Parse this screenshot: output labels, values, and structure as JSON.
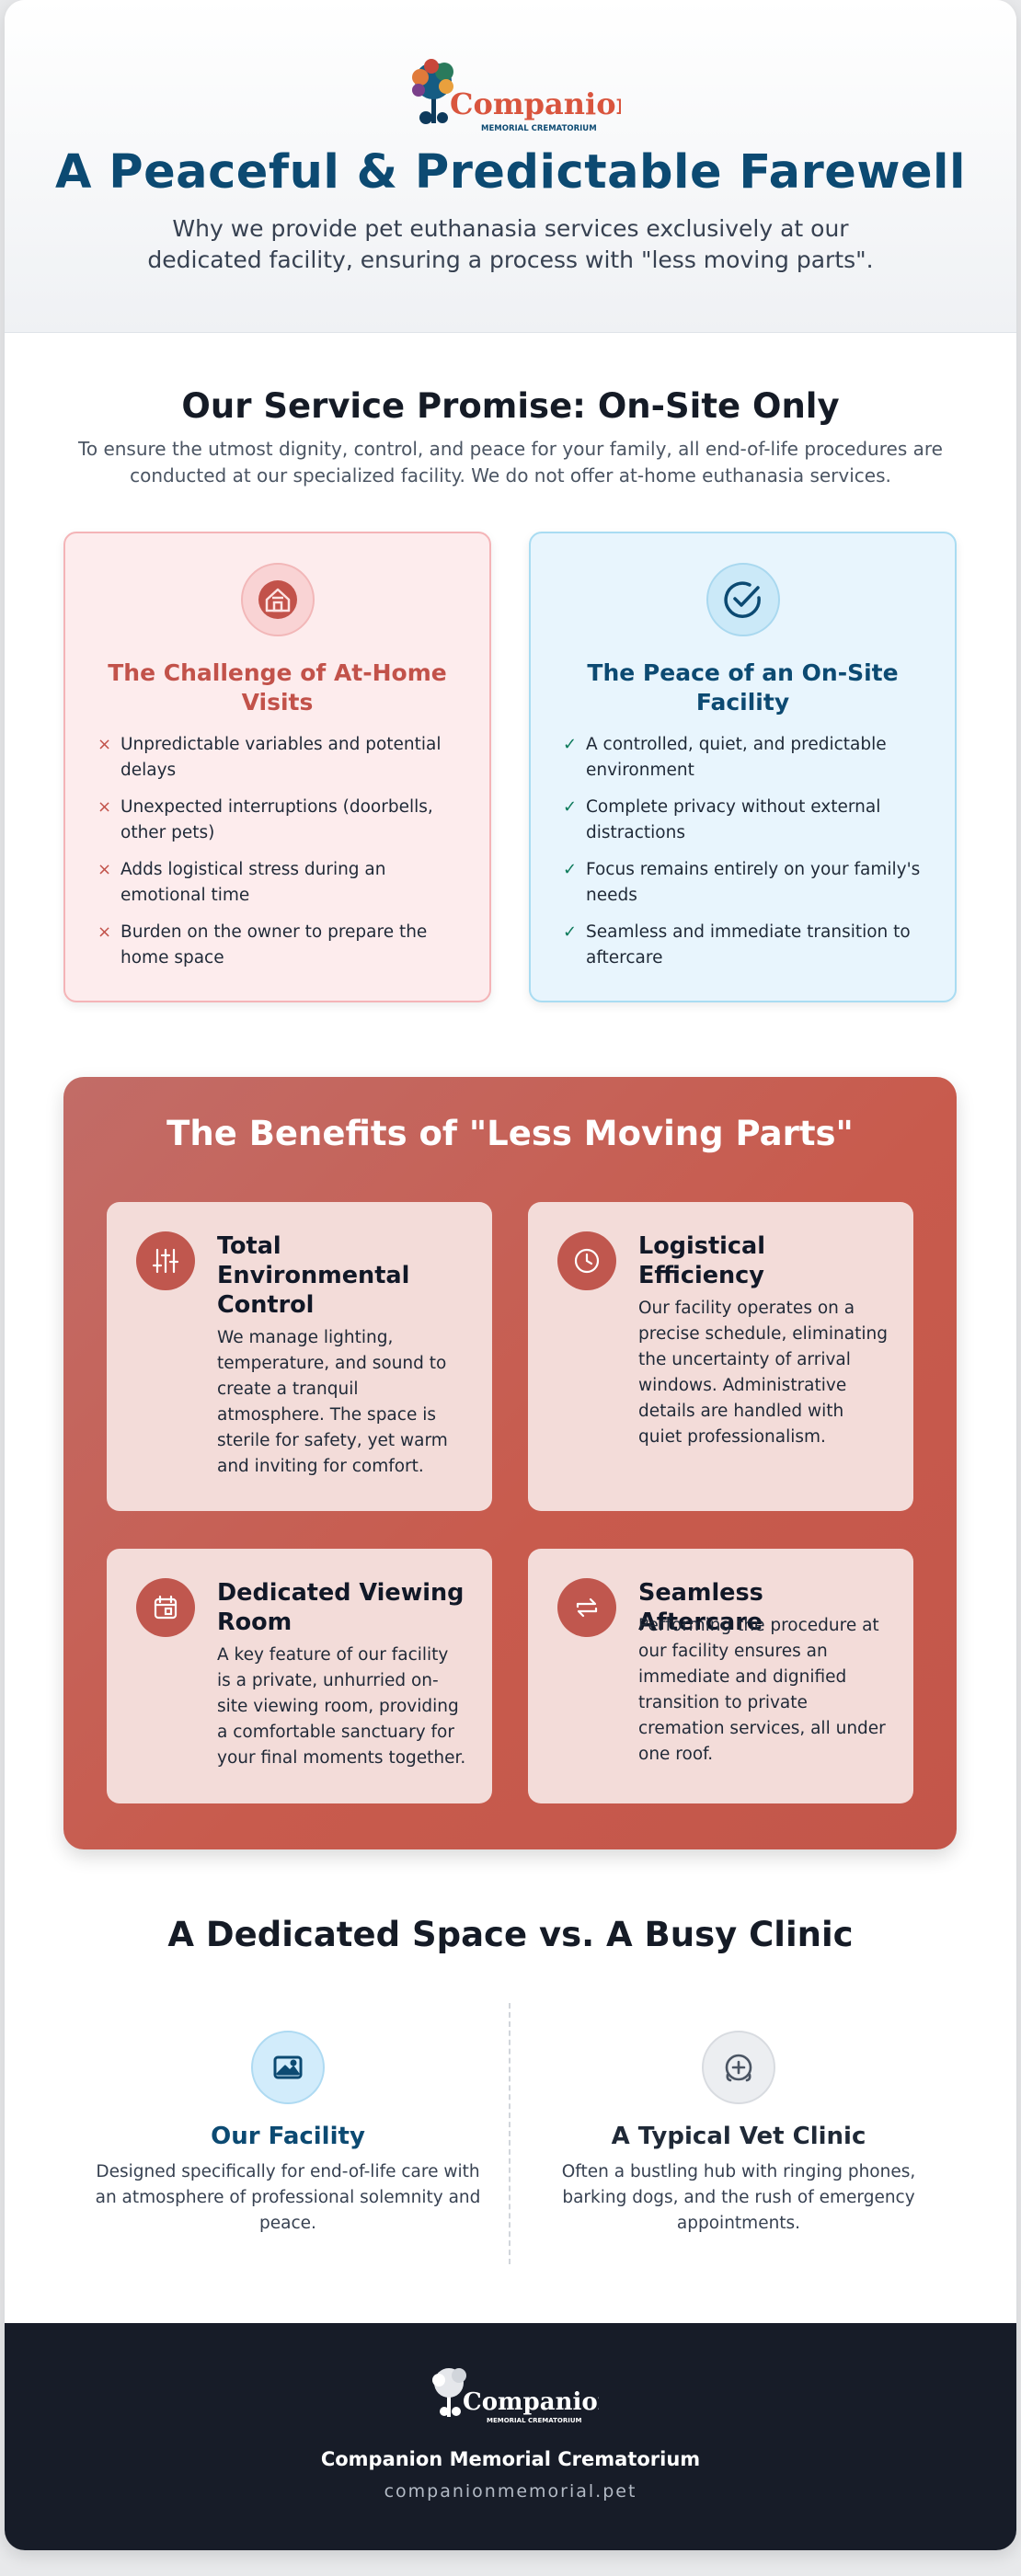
{
  "brand": {
    "logo_word": "Companion",
    "logo_tagline": "MEMORIAL CREMATORIUM"
  },
  "hero": {
    "title": "A Peaceful & Predictable Farewell",
    "subtitle": "Why we provide pet euthanasia services exclusively at our dedicated facility, ensuring a process with \"less moving parts\"."
  },
  "promise": {
    "title": "Our Service Promise: On-Site Only",
    "subtitle": "To ensure the utmost dignity, control, and peace for your family, all end-of-life procedures are conducted at our specialized facility. We do not offer at-home euthanasia services.",
    "challenge": {
      "icon": "house-icon",
      "title": "The Challenge of At-Home Visits",
      "mark": "×",
      "items": [
        "Unpredictable variables and potential delays",
        "Unexpected interruptions (doorbells, other pets)",
        "Adds logistical stress during an emotional time",
        "Burden on the owner to prepare the home space"
      ]
    },
    "peace": {
      "icon": "check-circle-icon",
      "title": "The Peace of an On-Site Facility",
      "mark": "✓",
      "items": [
        "A controlled, quiet, and predictable environment",
        "Complete privacy without external distractions",
        "Focus remains entirely on your family's needs",
        "Seamless and immediate transition to aftercare"
      ]
    }
  },
  "benefits": {
    "title": "The Benefits of \"Less Moving Parts\"",
    "items": [
      {
        "icon": "sliders-icon",
        "title": "Total Environmental Control",
        "text": "We manage lighting, temperature, and sound to create a tranquil atmosphere. The space is sterile for safety, yet warm and inviting for comfort."
      },
      {
        "icon": "clock-icon",
        "title": "Logistical Efficiency",
        "text": "Our facility operates on a precise schedule, eliminating the uncertainty of arrival windows. Administrative details are handled with quiet professionalism."
      },
      {
        "icon": "calendar-icon",
        "title": "Dedicated Viewing Room",
        "text": "A key feature of our facility is a private, unhurried on-site viewing room, providing a comfortable sanctuary for your final moments together."
      },
      {
        "icon": "transfer-icon",
        "title": "Seamless Aftercare",
        "text": "Performing the procedure at our facility ensures an immediate and dignified transition to private cremation services, all under one roof."
      }
    ]
  },
  "comparison": {
    "title": "A Dedicated Space vs. A Busy Clinic",
    "ours": {
      "icon": "picture-icon",
      "title": "Our Facility",
      "text": "Designed specifically for end-of-life care with an atmosphere of professional solemnity and peace."
    },
    "clinic": {
      "icon": "medical-cross-icon",
      "title": "A Typical Vet Clinic",
      "text": "Often a bustling hub with ringing phones, barking dogs, and the rush of emergency appointments."
    }
  },
  "footer": {
    "name": "Companion Memorial Crematorium",
    "url": "companionmemorial.pet"
  },
  "colors": {
    "primary_blue": "#0c4a72",
    "accent_red": "#c85b4d",
    "footer_bg": "#171c28"
  }
}
